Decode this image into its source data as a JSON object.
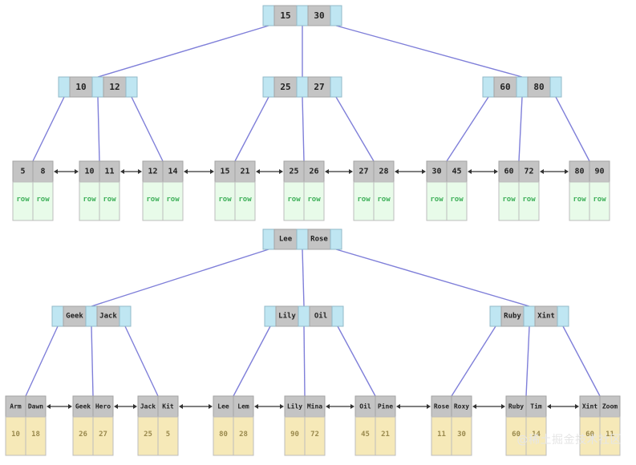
{
  "colors": {
    "edge": "#7f7fd9",
    "pointer_fill": "#bfe6f2",
    "pointer_stroke": "#92b9c8",
    "key_fill": "#c4c4c4",
    "key_stroke": "#a3a3a3",
    "row_fill": "#e8fbe9",
    "row_text": "#3fb05a",
    "value_fill": "#f6e9b8",
    "value_text": "#9a8a4e",
    "link": "#333333"
  },
  "clustered_index_tree": {
    "root": [
      "15",
      "30"
    ],
    "internal_nodes": [
      [
        "10",
        "12"
      ],
      [
        "25",
        "27"
      ],
      [
        "60",
        "80"
      ]
    ],
    "leaves": [
      {
        "keys": [
          "5",
          "8"
        ],
        "values": [
          "row",
          "row"
        ]
      },
      {
        "keys": [
          "10",
          "11"
        ],
        "values": [
          "row",
          "row"
        ]
      },
      {
        "keys": [
          "12",
          "14"
        ],
        "values": [
          "row",
          "row"
        ]
      },
      {
        "keys": [
          "15",
          "21"
        ],
        "values": [
          "row",
          "row"
        ]
      },
      {
        "keys": [
          "25",
          "26"
        ],
        "values": [
          "row",
          "row"
        ]
      },
      {
        "keys": [
          "27",
          "28"
        ],
        "values": [
          "row",
          "row"
        ]
      },
      {
        "keys": [
          "30",
          "45"
        ],
        "values": [
          "row",
          "row"
        ]
      },
      {
        "keys": [
          "60",
          "72"
        ],
        "values": [
          "row",
          "row"
        ]
      },
      {
        "keys": [
          "80",
          "90"
        ],
        "values": [
          "row",
          "row"
        ]
      }
    ]
  },
  "secondary_index_tree": {
    "root": [
      "Lee",
      "Rose"
    ],
    "internal_nodes": [
      [
        "Geek",
        "Jack"
      ],
      [
        "Lily",
        "Oil"
      ],
      [
        "Ruby",
        "Xint"
      ]
    ],
    "leaves": [
      {
        "keys": [
          "Arm",
          "Dawn"
        ],
        "values": [
          "10",
          "18"
        ]
      },
      {
        "keys": [
          "Geek",
          "Hero"
        ],
        "values": [
          "26",
          "27"
        ]
      },
      {
        "keys": [
          "Jack",
          "Kit"
        ],
        "values": [
          "25",
          "5"
        ]
      },
      {
        "keys": [
          "Lee",
          "Lem"
        ],
        "values": [
          "80",
          "28"
        ]
      },
      {
        "keys": [
          "Lily",
          "Mina"
        ],
        "values": [
          "90",
          "72"
        ]
      },
      {
        "keys": [
          "Oil",
          "Pine"
        ],
        "values": [
          "45",
          "21"
        ]
      },
      {
        "keys": [
          "Rose",
          "Roxy"
        ],
        "values": [
          "11",
          "30"
        ]
      },
      {
        "keys": [
          "Ruby",
          "Tim"
        ],
        "values": [
          "60",
          "14"
        ]
      },
      {
        "keys": [
          "Xint",
          "Zoom"
        ],
        "values": [
          "60",
          "11"
        ]
      }
    ]
  },
  "watermark": "@稀土掘金技术社区"
}
